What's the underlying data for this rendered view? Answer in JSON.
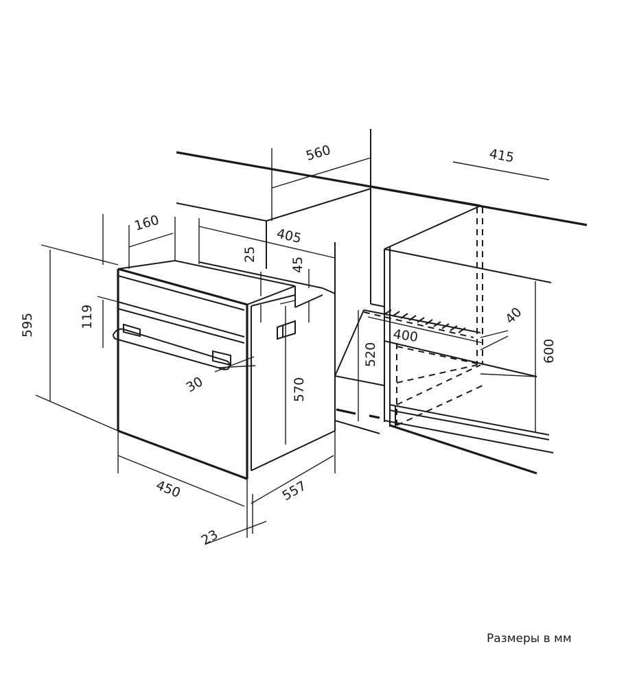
{
  "dimensions": {
    "cabinet_depth": "560",
    "cabinet_side_depth": "415",
    "opening_depth": "405",
    "side_offset": "160",
    "top_gap_25": "25",
    "top_gap_45": "45",
    "panel_119": "119",
    "oven_height": "595",
    "oven_body_height": "570",
    "opening_height": "520",
    "cabinet_height": "600",
    "vent_height": "40",
    "vent_depth": "400",
    "handle_offset": "30",
    "oven_width": "450",
    "oven_depth": "557",
    "front_thickness": "23"
  },
  "note": "Размеры в мм"
}
